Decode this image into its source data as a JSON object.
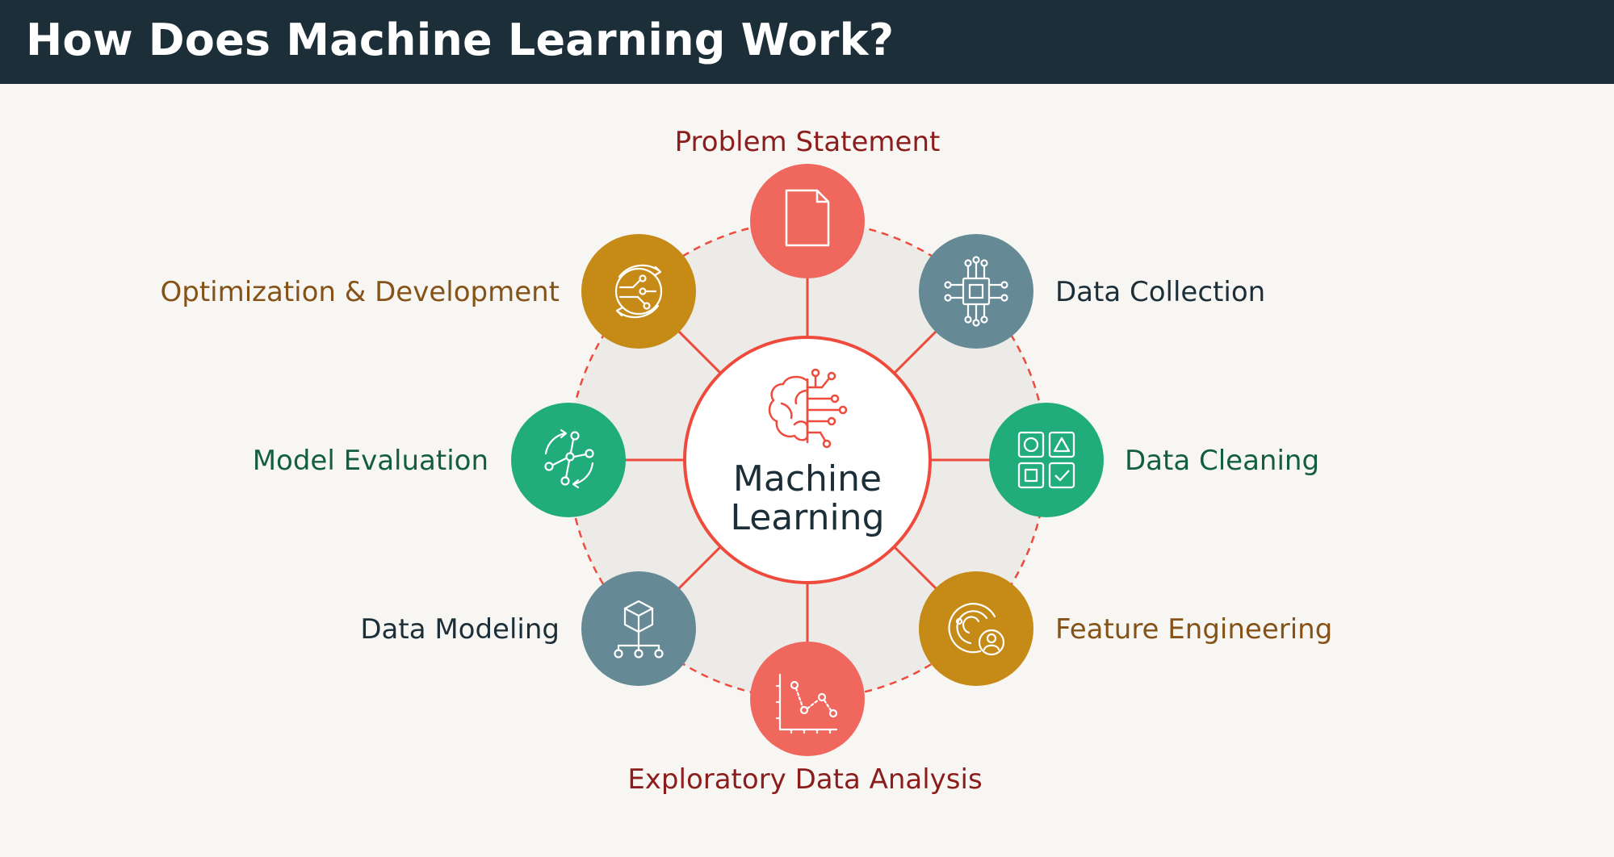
{
  "title": "How Does Machine Learning Work?",
  "center": {
    "line1": "Machine",
    "line2": "Learning",
    "icon": "brain-circuit-icon"
  },
  "colors": {
    "header_bg": "#1c2f39",
    "page_bg": "#f7f6f3",
    "ring_fill": "#ecebe8",
    "accent_red": "#f0685d",
    "line_red": "#ee4b3c",
    "teal_gray": "#658a96",
    "mustard": "#c68a17",
    "green": "#20ac7b"
  },
  "nodes": [
    {
      "label": "Problem Statement",
      "icon": "document-icon",
      "color": "#f0685d",
      "text_color": "#8c1d1d"
    },
    {
      "label": "Data Collection",
      "icon": "circuit-chip-icon",
      "color": "#658a96",
      "text_color": "#1c2f39"
    },
    {
      "label": "Data Cleaning",
      "icon": "shapes-grid-icon",
      "color": "#20ac7b",
      "text_color": "#135e3f"
    },
    {
      "label": "Feature Engineering",
      "icon": "fingerprint-user-icon",
      "color": "#c68a17",
      "text_color": "#855318"
    },
    {
      "label": "Exploratory Data Analysis",
      "icon": "scatter-chart-icon",
      "color": "#f0685d",
      "text_color": "#8c1d1d"
    },
    {
      "label": "Data Modeling",
      "icon": "cube-network-icon",
      "color": "#658a96",
      "text_color": "#1c2f39"
    },
    {
      "label": "Model Evaluation",
      "icon": "cycle-graph-icon",
      "color": "#20ac7b",
      "text_color": "#135e3f"
    },
    {
      "label": "Optimization & Development",
      "icon": "circuit-refresh-icon",
      "color": "#c68a17",
      "text_color": "#855318"
    }
  ]
}
